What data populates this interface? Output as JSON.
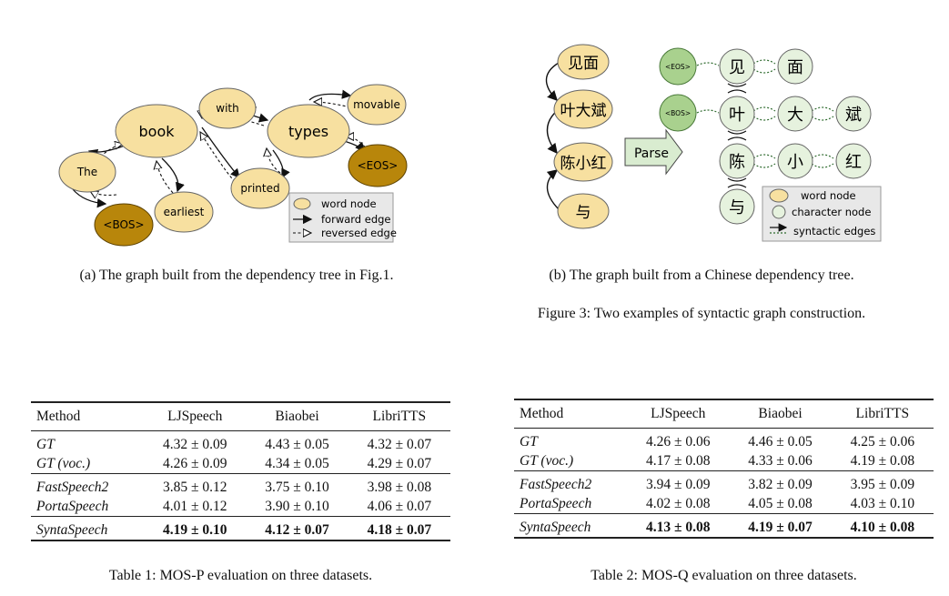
{
  "figure_a": {
    "nodes": {
      "book": "book",
      "with": "with",
      "types": "types",
      "movable": "movable",
      "the": "The",
      "bos": "<BOS>",
      "earliest": "earliest",
      "printed": "printed",
      "eos": "<EOS>"
    },
    "legend": {
      "word_node": "word node",
      "forward_edge": "forward edge",
      "reversed_edge": "reversed edge"
    },
    "caption": "(a) The graph built from the dependency tree in Fig.1."
  },
  "figure_b": {
    "words": [
      "见面",
      "叶大斌",
      "陈小红",
      "与"
    ],
    "parse_label": "Parse",
    "chars": {
      "jian": "见",
      "mian": "面",
      "ye": "叶",
      "da": "大",
      "bin": "斌",
      "chen": "陈",
      "xiao": "小",
      "hong": "红",
      "yu": "与"
    },
    "eos": "<EOS>",
    "bos": "<BOS>",
    "legend": {
      "word_node": "word node",
      "character_node": "character node",
      "syntactic_edges": "syntactic edges"
    },
    "caption": "(b) The graph built from a Chinese dependency tree."
  },
  "figure_caption": "Figure 3: Two examples of syntactic graph construction.",
  "colors": {
    "word_node": "#f7e0a0",
    "bos_eos_a": "#b8860b",
    "char_node": "#e6f2de",
    "char_green": "#a9d18e",
    "parse_arrow": "#d9ecd0"
  },
  "table1": {
    "headers": [
      "Method",
      "LJSpeech",
      "Biaobei",
      "LibriTTS"
    ],
    "rows": [
      {
        "method": "GT",
        "values": [
          "4.32 ± 0.09",
          "4.43 ± 0.05",
          "4.32 ± 0.07"
        ]
      },
      {
        "method": "GT (voc.)",
        "values": [
          "4.26 ± 0.09",
          "4.34 ± 0.05",
          "4.29 ± 0.07"
        ]
      },
      {
        "method": "FastSpeech2",
        "values": [
          "3.85 ± 0.12",
          "3.75 ± 0.10",
          "3.98 ± 0.08"
        ]
      },
      {
        "method": "PortaSpeech",
        "values": [
          "4.01 ± 0.12",
          "3.90 ± 0.10",
          "4.06 ± 0.07"
        ]
      },
      {
        "method": "SyntaSpeech",
        "values": [
          "4.19 ± 0.10",
          "4.12 ± 0.07",
          "4.18 ± 0.07"
        ]
      }
    ],
    "caption": "Table 1: MOS-P evaluation on three datasets."
  },
  "table2": {
    "headers": [
      "Method",
      "LJSpeech",
      "Biaobei",
      "LibriTTS"
    ],
    "rows": [
      {
        "method": "GT",
        "values": [
          "4.26 ± 0.06",
          "4.46 ± 0.05",
          "4.25 ± 0.06"
        ]
      },
      {
        "method": "GT (voc.)",
        "values": [
          "4.17 ± 0.08",
          "4.33 ± 0.06",
          "4.19 ± 0.08"
        ]
      },
      {
        "method": "FastSpeech2",
        "values": [
          "3.94 ± 0.09",
          "3.82 ± 0.09",
          "3.95 ± 0.09"
        ]
      },
      {
        "method": "PortaSpeech",
        "values": [
          "4.02 ± 0.08",
          "4.05 ± 0.08",
          "4.03 ± 0.10"
        ]
      },
      {
        "method": "SyntaSpeech",
        "values": [
          "4.13 ± 0.08",
          "4.19 ± 0.07",
          "4.10 ± 0.08"
        ]
      }
    ],
    "caption": "Table 2: MOS-Q evaluation on three datasets."
  }
}
